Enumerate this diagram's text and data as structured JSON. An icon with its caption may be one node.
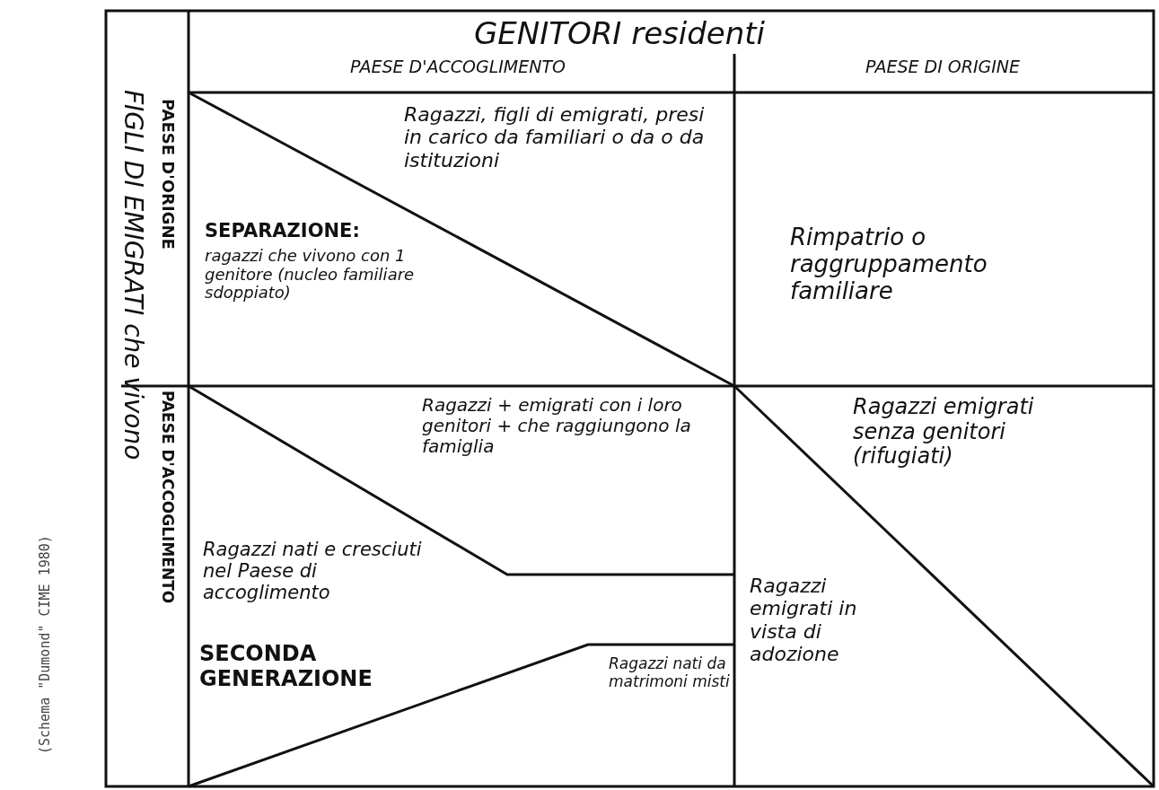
{
  "diagram": {
    "caption": "(Schema \"Dumond\" CIME 1980)",
    "labels": [
      "GENITORI residenti",
      "PAESE D'ACCOGLIMENTO",
      "PAESE DI ORIGINE",
      "FIGLI DI EMIGRATI che vivono",
      "PAESE D'ORIGNE",
      "PAESE D'ACCOGLIMENTO",
      "Ragazzi, figli di emigrati, presi in carico da familiari o da o da istituzioni",
      "SEPARAZIONE:",
      "ragazzi che vivono con 1 genitore (nucleo familiare sdoppiato)",
      "Rimpatrio o raggruppamento familiare",
      "Ragazzi + emigrati con i loro genitori + che raggiungono la famiglia",
      "Ragazzi nati e cresciuti nel Paese di accoglimento",
      "SECONDA GENERAZIONE",
      "Ragazzi nati da matrimoni misti",
      "Ragazzi emigrati senza genitori (rifugiati)",
      "Ragazzi emigrati in vista di adozione"
    ]
  }
}
